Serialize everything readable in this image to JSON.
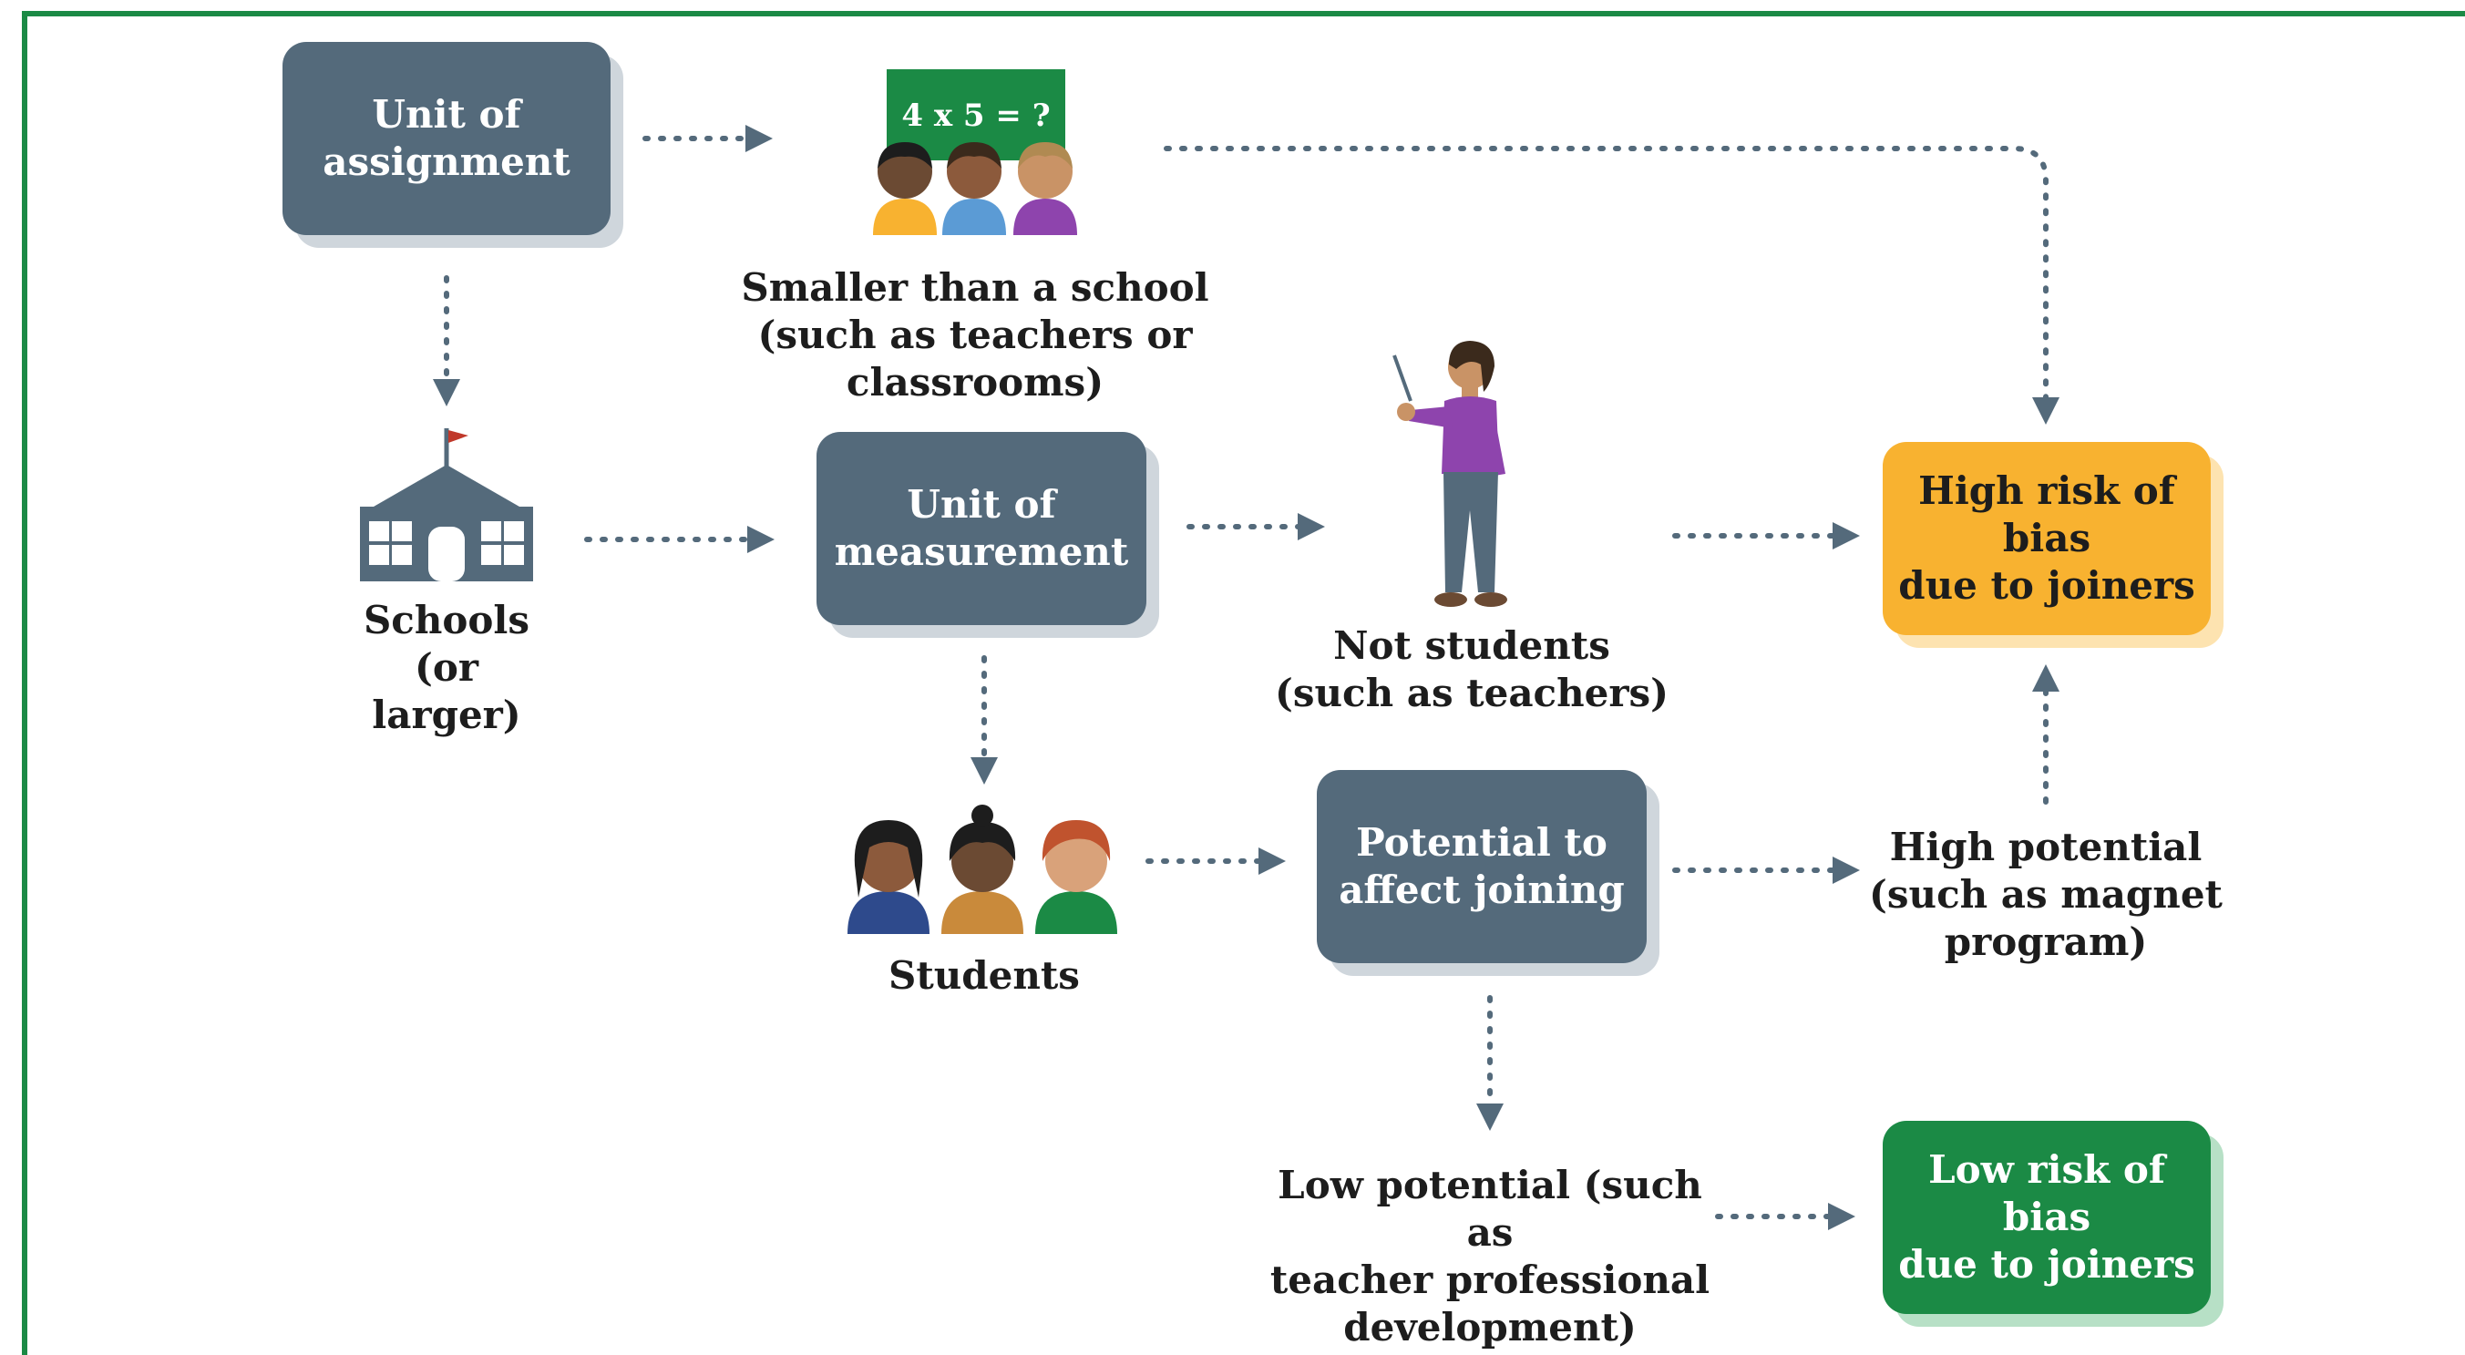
{
  "colors": {
    "frame": "#1b8a45",
    "box_slate": "#546a7b",
    "box_high_risk": "#f8b230",
    "box_low_risk": "#1b8a45",
    "arrow": "#546a7b"
  },
  "nodes": {
    "unit_of_assignment": "Unit of\nassignment",
    "unit_of_measurement": "Unit of\nmeasurement",
    "potential_to_affect_joining": "Potential to\naffect joining",
    "high_risk": "High risk of bias\ndue to joiners",
    "low_risk": "Low risk of bias\ndue to joiners"
  },
  "labels": {
    "smaller_than_school": "Smaller than a school\n(such as teachers or\nclassrooms)",
    "schools": "Schools\n(or\nlarger)",
    "not_students": "Not students\n(such as teachers)",
    "students": "Students",
    "high_potential": "High potential\n(such as magnet\nprogram)",
    "low_potential": "Low potential (such as\nteacher professional\ndevelopment)"
  },
  "illustrations": {
    "chalkboard_text": "4 x 5 = ?",
    "classroom_icon": "classroom-students-icon",
    "school_icon": "school-building-icon",
    "teacher_icon": "teacher-with-pointer-icon",
    "students_icon": "three-students-icon"
  }
}
